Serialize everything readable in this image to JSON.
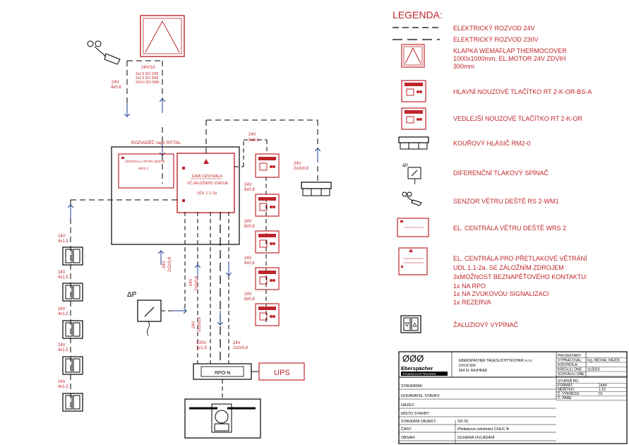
{
  "legend": {
    "title": "LEGENDA:",
    "items": [
      "ELEKTRICKÝ ROZVOD 24V",
      "ELEKTRICKÝ ROZVOD 230V",
      "KLAPKA WEMAFLAP THERMOCOVER",
      "1000x1000mm, EL.MOTOR 24V ZDVIH",
      "300mm",
      "HLAVNÍ NOUZOVÉ TLAČÍTKO RT 2-K-OR-BS-A",
      "VEDLEJŠÍ NOUZOVÉ TLAČÍTKO RT 2-K-OR",
      "KOUŘOVÝ HLÁSIČ RM2-0",
      "DIFERENČNÍ TLAKOVÝ SPÍNAČ",
      "SENZOR VĚTRU DEŠTĚ RS 2-WM1",
      "EL. CENTRÁLA VĚTRU DEŠTĚ WRS 2",
      "EL. CENTRÁLA PRO PŘETLAKOVÉ VĚTRÁNÍ",
      "UDL 1.1-2a. SE ZÁLOŽNÍM ZDROJEM",
      "3xMOŽNOST BEZNAPĚŤOVÉHO KONTAKTU:",
      "1x NA RPO",
      "1x NA ZVUKOVOU SIGNALIZACI",
      "1x REZERVA",
      "ŽALUZIOVÝ VYPÍNAČ"
    ]
  },
  "diagram": {
    "rozvadec": "ROZVADĚČ např. RITTAL",
    "central_title": "EWA CENTRÁLA",
    "central_sub": "VČ.ZÁLOŽNÍHO ZDROJE",
    "central_model": "UDL 1.1-2a",
    "wrs_text": "CENTRÁLA VĚTRU DEŠTĚ",
    "wrs_model": "WRS 2",
    "delta_p": "ΔP",
    "rpo": "RPO-N",
    "ups": "UPS",
    "labels": {
      "v24": "24V",
      "v24_1a": "24V/1A",
      "v230": "230V",
      "c4x08": "4x0,8",
      "c8x08": "8x0,8",
      "c2x2x08": "2x2x0,8",
      "c4x15": "4x1,5",
      "c3x15": "3x1,5",
      "c2x2x08b": "2x2x0,8",
      "flap1": "2x1,5 DO 22M",
      "flap2": "2x2,5 DO 30M",
      "flap3": "2X4,0 DO 50M"
    }
  },
  "company": {
    "logo": "ØØØ",
    "logo_name": "Eberspächer",
    "logo_sub": "TAGESLICHTTECHNIK",
    "name": "EBERSPÄCHER TAGESLICHTTECHNIK s.r.o.",
    "addr1": "ÚVOZ 666",
    "addr2": "664 61 RAJHRAD"
  },
  "titleblock": {
    "rows": [
      {
        "label": "PROJEKTANT:",
        "value": ""
      },
      {
        "label": "VYPRACOVAL:",
        "value": "Ing. MICHAL HÁJEK"
      },
      {
        "label": "KONTROLA:",
        "value": ""
      },
      {
        "label": "KRESLIL/ DNE:",
        "value": "11/2016"
      },
      {
        "label": "SCHVÁLIL/ DNE:",
        "value": ""
      }
    ],
    "stupen": "STUPEŇ PD:",
    "format_label": "FORMÁT:",
    "format_value": "2xA4",
    "meritko_label": "MĚŘÍTKO:",
    "meritko_value": "1:10",
    "vykres_label": "Č. VÝKRESU:",
    "vykres_value": "01",
    "pare": "Č. PARÉ",
    "fields": [
      {
        "label": "STAVEBNÍK:",
        "value": ""
      },
      {
        "label": "DODAVATEL STAVBY:",
        "value": ""
      },
      {
        "label": "NÁZEV:",
        "value": ""
      },
      {
        "label": "MÍSTO STAVBY:",
        "value": ""
      },
      {
        "label": "STAVEBNÍ OBJEKT:",
        "value": "SO 01"
      },
      {
        "label": "ČÁST:",
        "value": "Přetlakové odvětrání CHUC B"
      },
      {
        "label": "OBSAH:",
        "value": "SCHÉMA OVLÁDÁNÍ"
      }
    ]
  },
  "colors": {
    "line": "#c0252b",
    "dash24": "#000000",
    "arrow": "#1a3d8c"
  }
}
